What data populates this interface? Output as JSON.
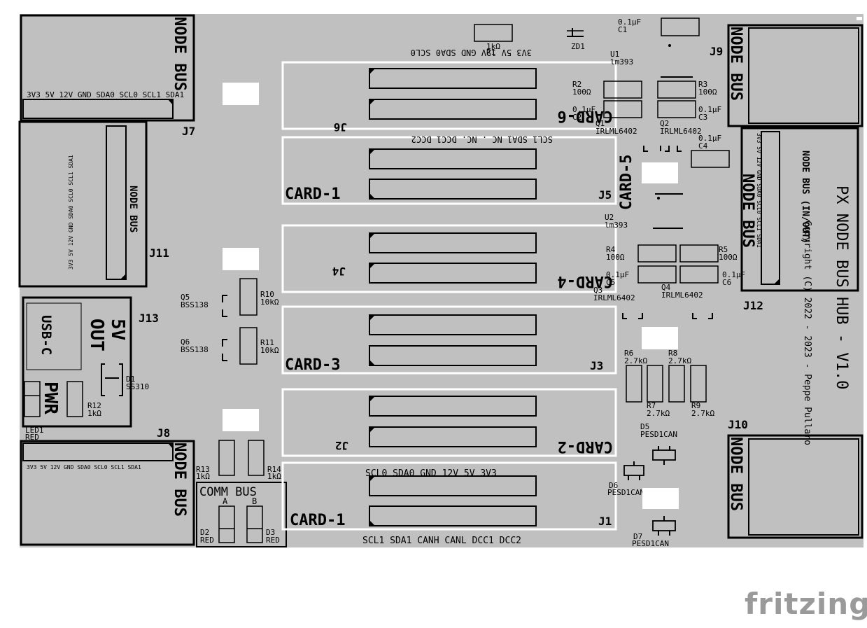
{
  "board": {
    "title": "PX NODE BUS HUB - V1.0",
    "copyright": "Copyright (C) 2022 - 2023 - Peppe Pullaro",
    "node_bus": "NODE BUS",
    "node_bus_in_out": "NODE BUS (IN/OUT)",
    "comm_bus": "COMM BUS",
    "comm_bus_a": "A",
    "comm_bus_b": "B",
    "usb_c": "USB-C",
    "out5v_line1": "5V",
    "out5v_line2": "OUT",
    "pwr": "PWR"
  },
  "headers": {
    "j7_pins": "3V3 5V 12V GND SDA0 SCL0 SCL1 SDA1",
    "j8_pins": "3V3 5V 12V GND SDA0 SCL0 SCL1 SDA1",
    "j11_pins": "3V3 5V 12V GND SDA0 SCL0 SCL1 SDA1",
    "j12_pins": "3V3 5V 12V GND SDA0 SCL0 SCL1 SDA1",
    "top_pins_mirrored": "3V3 5V 12V GND SDA0 SCL0",
    "j6_pins_mirrored": "SCL1 SDA1 NC . NC. DCC1 DCC2",
    "j1_top_pins": "SCL0 SDA0 GND 12V 5V 3V3",
    "j1_bottom_pins": "SCL1 SDA1 CANH CANL DCC1 DCC2"
  },
  "cards": {
    "card1_a": "CARD-1",
    "card1_b": "CARD-1",
    "card2": "CARD-2",
    "card3": "CARD-3",
    "card4": "CARD-4",
    "card5": "CARD-5",
    "card6": "CARD-6"
  },
  "refs": {
    "J1": "J1",
    "J2": "J2",
    "J3": "J3",
    "J4": "J4",
    "J5": "J5",
    "J6": "J6",
    "J7": "J7",
    "J8": "J8",
    "J9": "J9",
    "J10": "J10",
    "J11": "J11",
    "J12": "J12",
    "J13": "J13"
  },
  "components": {
    "C1": [
      "C1",
      "0.1µF"
    ],
    "C2": [
      "C2",
      "0.1µF"
    ],
    "C3": [
      "C3",
      "0.1µF"
    ],
    "C4": [
      "C4",
      "0.1µF"
    ],
    "C5": [
      "C5",
      "0.1µF"
    ],
    "C6": [
      "C6",
      "0.1µF"
    ],
    "R1": [
      "R1",
      "1kΩ"
    ],
    "R2": [
      "R2",
      "100Ω"
    ],
    "R3": [
      "R3",
      "100Ω"
    ],
    "R4": [
      "R4",
      "100Ω"
    ],
    "R5": [
      "R5",
      "100Ω"
    ],
    "R6": [
      "R6",
      "2.7kΩ"
    ],
    "R7": [
      "R7",
      "2.7kΩ"
    ],
    "R8": [
      "R8",
      "2.7kΩ"
    ],
    "R9": [
      "R9",
      "2.7kΩ"
    ],
    "R10": [
      "R10",
      "10kΩ"
    ],
    "R11": [
      "R11",
      "10kΩ"
    ],
    "R12": [
      "R12",
      "1kΩ"
    ],
    "R13": [
      "R13",
      "1kΩ"
    ],
    "R14": [
      "R14",
      "1kΩ"
    ],
    "U1": [
      "U1",
      "lm393"
    ],
    "U2": [
      "U2",
      "lm393"
    ],
    "Q1": [
      "Q1",
      "IRLML6402"
    ],
    "Q2": [
      "Q2",
      "IRLML6402"
    ],
    "Q3": [
      "Q3",
      "IRLML6402"
    ],
    "Q4": [
      "Q4",
      "IRLML6402"
    ],
    "Q5": [
      "Q5",
      "BSS138"
    ],
    "Q6": [
      "Q6",
      "BSS138"
    ],
    "ZD1": [
      "ZD1"
    ],
    "D1": [
      "D1",
      "SS310"
    ],
    "D2": [
      "D2",
      "RED"
    ],
    "D3": [
      "D3",
      "RED"
    ],
    "D5": [
      "D5",
      "PESD1CAN"
    ],
    "D6": [
      "D6",
      "PESD1CAN"
    ],
    "D7": [
      "D7",
      "PESD1CAN"
    ],
    "LED1": [
      "LED1",
      "RED"
    ]
  },
  "branding": {
    "logo": "fritzing"
  },
  "colors": {
    "pcb": "#c0c0c0",
    "silk": "#000000",
    "slot_outline": "#ffffff",
    "pad": "#ffffff",
    "logo": "#9a9a9a"
  }
}
